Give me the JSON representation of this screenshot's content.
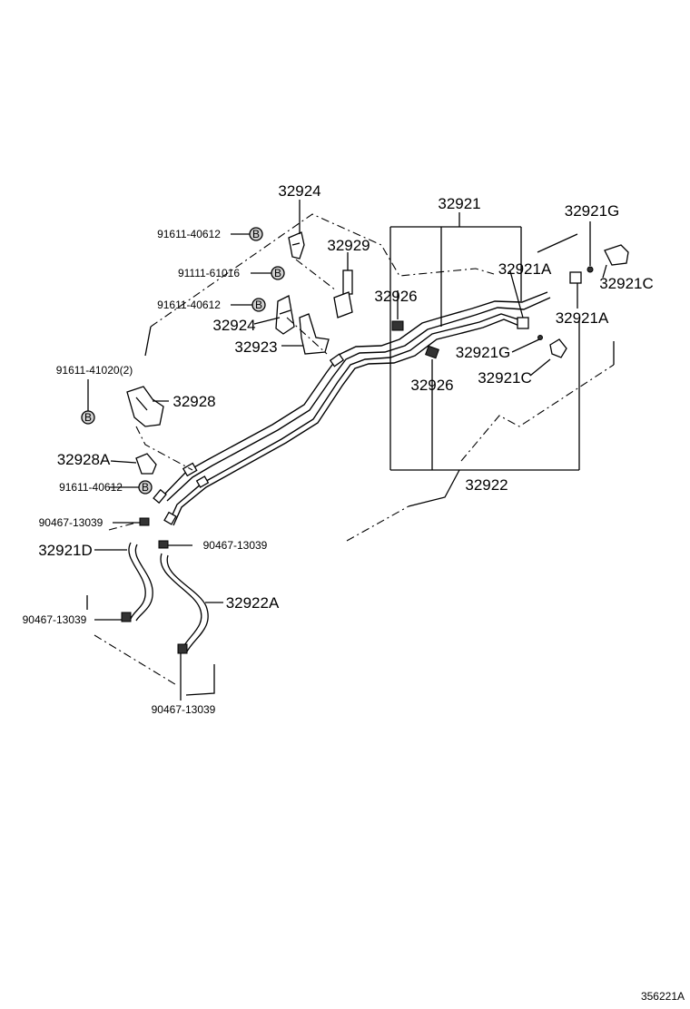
{
  "figure_id": "356221A",
  "labels": {
    "p32924_top": "32924",
    "p32921_top": "32921",
    "p32921g_top": "32921G",
    "p91611_40612_a": "91611-40612",
    "p32929": "32929",
    "p32921a_top": "32921A",
    "p91111_61016": "91111-61016",
    "p32921c_top": "32921C",
    "p32926_left": "32926",
    "p91611_40612_b": "91611-40612",
    "p32921a_right": "32921A",
    "p32924_mid": "32924",
    "p32923": "32923",
    "p32921g_mid": "32921G",
    "p91611_41020": "91611-41020(2)",
    "p32921c_mid": "32921C",
    "p32926_mid": "32926",
    "p32928": "32928",
    "p32928a": "32928A",
    "p91611_40612_c": "91611-40612",
    "p32922": "32922",
    "p90467_a": "90467-13039",
    "p90467_b": "90467-13039",
    "p32921d": "32921D",
    "p32922a": "32922A",
    "p90467_c": "90467-13039",
    "p90467_d": "90467-13039"
  },
  "bolt_marker": "B"
}
